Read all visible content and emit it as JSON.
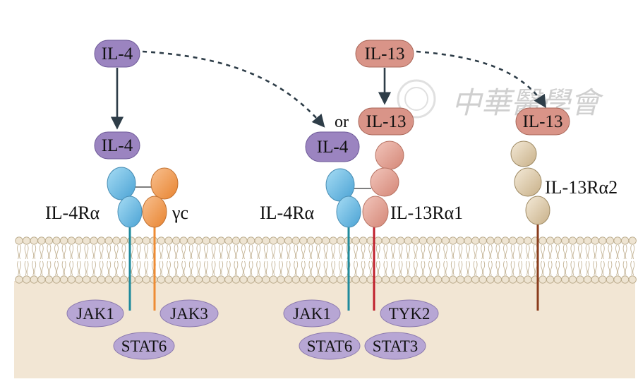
{
  "ligands": {
    "il4_top": "IL-4",
    "il4_bound_left": "IL-4",
    "il4_bound_mid": "IL-4",
    "il13_top": "IL-13",
    "il13_bound_mid": "IL-13",
    "il13_bound_right": "IL-13",
    "or_text": "or"
  },
  "receptors": {
    "il4ra_left": "IL-4Rα",
    "gamma_c": "γc",
    "il4ra_mid": "IL-4Rα",
    "il13ra1": "IL-13Rα1",
    "il13ra2": "IL-13Rα2"
  },
  "signaling": {
    "jak1_left": "JAK1",
    "jak3": "JAK3",
    "stat6_left": "STAT6",
    "jak1_mid": "JAK1",
    "tyk2": "TYK2",
    "stat6_mid": "STAT6",
    "stat3": "STAT3"
  },
  "colors": {
    "il4": "#9b84c0",
    "il13": "#d99488",
    "il4ra": "#6cb4dd",
    "gamma_c": "#ee9040",
    "il13ra1": "#e0a094",
    "il13ra2": "#d6c4a0",
    "jak_stat": "#b7a6d4",
    "cytoplasm": "#f2e6d4",
    "membrane": "#e8dcc6"
  },
  "watermark": "中華醫學會"
}
